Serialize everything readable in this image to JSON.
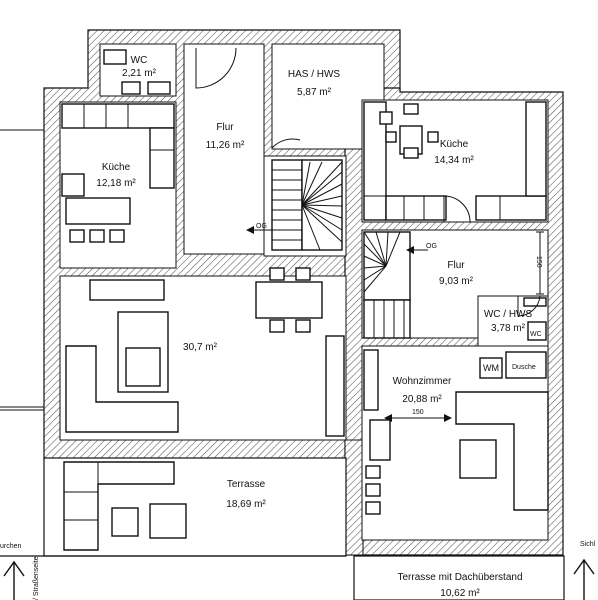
{
  "colors": {
    "wall_hatch": "#555555",
    "line": "#111111",
    "background": "#ffffff"
  },
  "rooms": {
    "wc_top": {
      "name": "WC",
      "area": "2,21 m²"
    },
    "flur_top": {
      "name": "Flur",
      "area": "11,26 m²"
    },
    "has_hws": {
      "name": "HAS / HWS",
      "area": "5,87 m²"
    },
    "kueche_left": {
      "name": "Küche",
      "area": "12,18 m²"
    },
    "kueche_right": {
      "name": "Küche",
      "area": "14,34 m²"
    },
    "flur_right": {
      "name": "Flur",
      "area": "9,03 m²"
    },
    "wc_hws_right": {
      "name": "WC / HWS",
      "area": "3,78 m²"
    },
    "living_left": {
      "area": "30,7 m²"
    },
    "wohnzimmer": {
      "name": "Wohnzimmer",
      "area": "20,88 m²"
    },
    "terrasse": {
      "name": "Terrasse",
      "area": "18,69 m²"
    },
    "terrasse_dach": {
      "name": "Terrasse mit Dachüberstand",
      "area": "10,62 m²"
    }
  },
  "labels": {
    "og_left": "OG",
    "og_right": "OG",
    "wc_small": "WC",
    "wm": "WM",
    "dusche": "Dusche",
    "dim_150_vertical": "150",
    "dim_150_horizontal": "150",
    "edge_left_text": "urchen",
    "edge_left_vertical": "/ Straßenseite",
    "edge_right_text": "Sichl"
  },
  "icons": [
    "north-arrow-icon",
    "door-swing-icon",
    "staircase-icon"
  ]
}
